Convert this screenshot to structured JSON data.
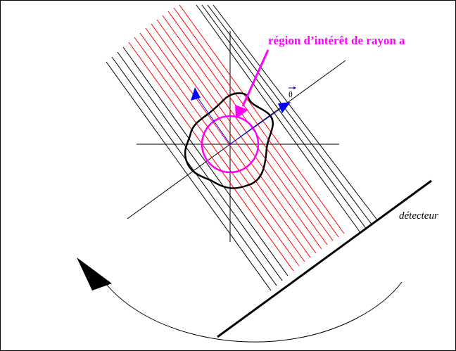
{
  "labels": {
    "region": "région d’intérêt de rayon a",
    "detector": "détecteur",
    "theta": "θ"
  },
  "colors": {
    "outside_rays": "#000000",
    "inside_rays": "#ff0000",
    "region": "#ff00ff",
    "axis_arrows": "#0000ff",
    "object": "#000000"
  },
  "icons": [
    "rotation-arrow-icon",
    "direction-arrow-icon"
  ]
}
